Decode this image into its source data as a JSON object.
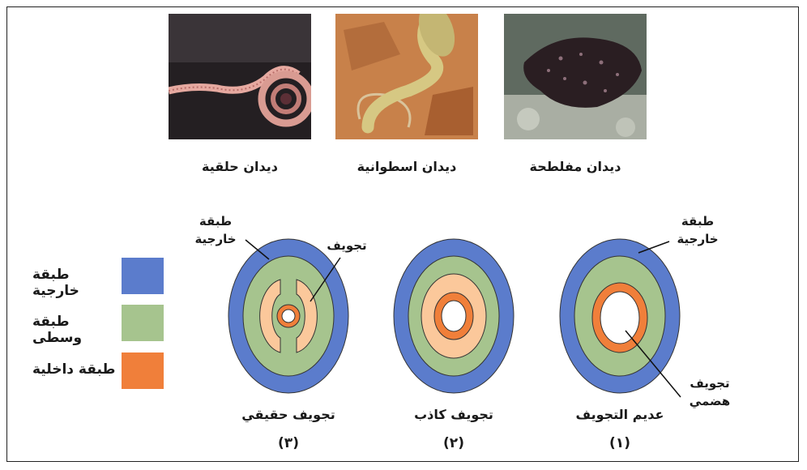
{
  "photos": [
    {
      "caption": "ديدان حلقية"
    },
    {
      "caption": "ديدان اسطوانية"
    },
    {
      "caption": "ديدان مفلطحة"
    }
  ],
  "diagram_labels": {
    "outer_layer_left_line1": "طبقة",
    "outer_layer_left_line2": "خارجية",
    "cavity": "تجويف",
    "outer_layer_right_line1": "طبقة",
    "outer_layer_right_line2": "خارجية",
    "digestive_line1": "تجويف",
    "digestive_line2": "هضمي"
  },
  "diagrams": [
    {
      "title": "تجويف حقيقي",
      "number": "(٣)"
    },
    {
      "title": "تجويف كاذب",
      "number": "(٢)"
    },
    {
      "title": "عديم التجويف",
      "number": "(١)"
    }
  ],
  "legend": [
    {
      "label": "طبقة خارجية",
      "color": "#5b7ccc"
    },
    {
      "label": "طبقة وسطى",
      "color": "#a6c48e"
    },
    {
      "label": "طبقة داخلية",
      "color": "#f07f3a"
    }
  ],
  "colors": {
    "ectoderm": "#5b7ccc",
    "mesoderm": "#a6c48e",
    "endoderm": "#f07f3a",
    "pseudocoel": "#fbc89b"
  }
}
